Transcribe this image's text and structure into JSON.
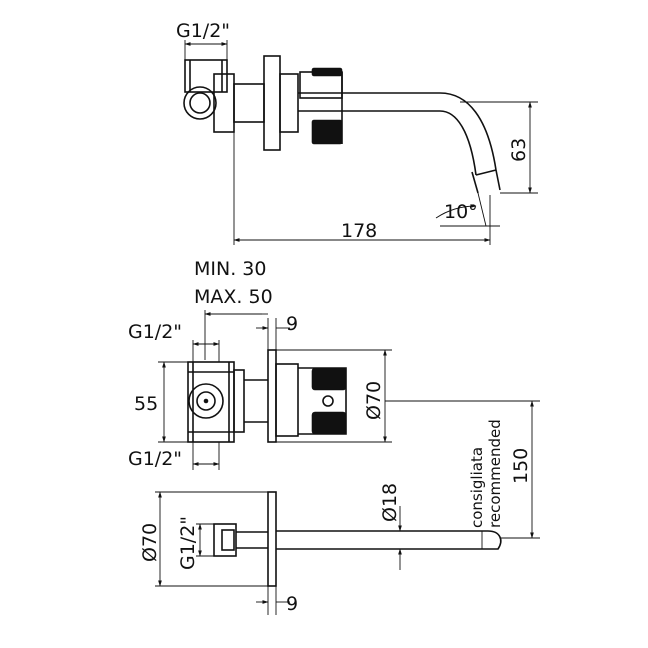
{
  "top_view": {
    "thread_label": "G1/2\"",
    "length_label": "178",
    "height_label": "63",
    "angle_label": "10°"
  },
  "middle_view": {
    "min_label": "MIN. 30",
    "max_label": "MAX. 50",
    "thread_top_label": "G1/2\"",
    "thread_bottom_label": "G1/2\"",
    "spacing_label": "55",
    "plate_offset_label": "9",
    "plate_diameter_label": "Ø70",
    "recommended_distance_label": "150",
    "note_it_label": "consigliata",
    "note_en_label": "recommended"
  },
  "bottom_view": {
    "plate_diameter_label": "Ø70",
    "thread_label": "G1/2\"",
    "spout_diameter_label": "Ø18",
    "plate_offset_label": "9"
  }
}
